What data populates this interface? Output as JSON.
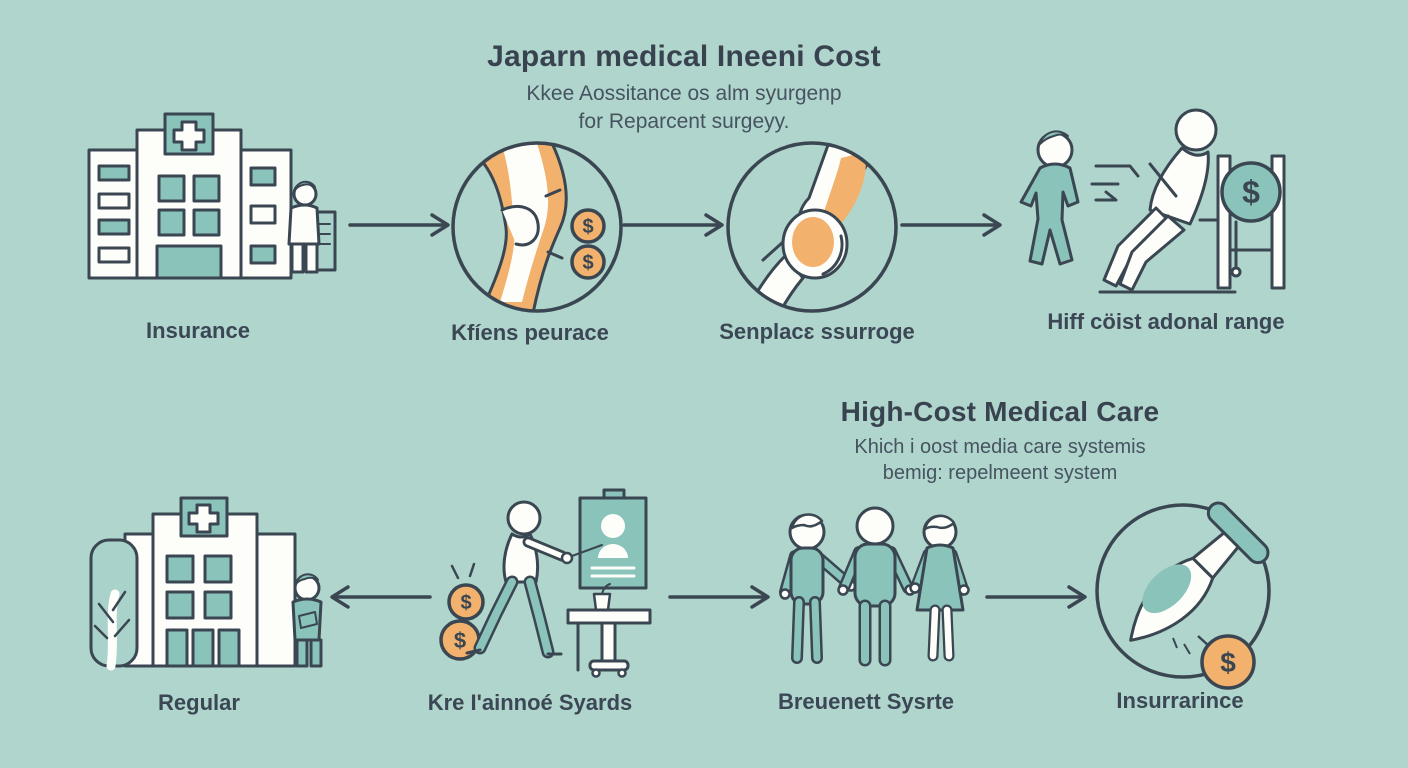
{
  "palette": {
    "background": "#b0d5cc",
    "ink": "#3a4651",
    "text": "#3b4754",
    "teal": "#8ac3ba",
    "teal_light": "#a9d2cb",
    "orange": "#f2b26d",
    "white": "#fdfdf9"
  },
  "top_section": {
    "title": "Japarn medical Ineeni Cost",
    "subtitle_line1": "Kkee Aossitance os alm syurgenp",
    "subtitle_line2": "for Reparcent surgeyy.",
    "steps": [
      {
        "label": "Insurance",
        "icon": "hospital-insurance-icon"
      },
      {
        "label": "Kfíens peurace",
        "icon": "knee-cost-icon"
      },
      {
        "label": "Senplacɛ ssurroge",
        "icon": "knee-replacement-icon"
      },
      {
        "label": "Hiff cöist adonal range",
        "icon": "rehab-payment-icon"
      }
    ]
  },
  "bottom_section": {
    "title": "High-Cost Medical Care",
    "subtitle_line1": "Khich i oost media care systemis",
    "subtitle_line2": "bemig: repelmeent system",
    "steps": [
      {
        "label": "Regular",
        "icon": "regular-hospital-icon"
      },
      {
        "label": "Kre I'ainnoé Syards",
        "icon": "reimbursement-icon"
      },
      {
        "label": "Breuenett Sysrte",
        "icon": "patient-group-icon"
      },
      {
        "label": "Insurrarince",
        "icon": "surgery-cost-icon"
      }
    ]
  },
  "symbols": {
    "dollar": "$"
  }
}
